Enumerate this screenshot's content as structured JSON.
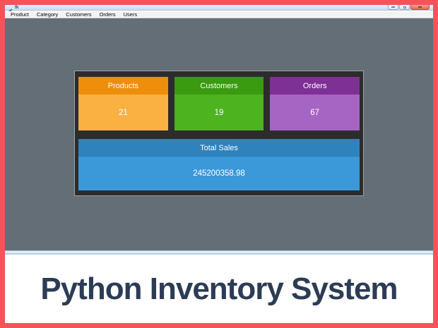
{
  "window": {
    "title": "tk",
    "controls": {
      "minimize": "minimize-button",
      "maximize": "maximize-button",
      "close": "close-button"
    }
  },
  "menu": {
    "items": [
      "Product",
      "Category",
      "Customers",
      "Orders",
      "Users"
    ]
  },
  "dashboard": {
    "cards": [
      {
        "label": "Products",
        "value": "21",
        "header_color": "#ee8e0d",
        "body_color": "#fbb042"
      },
      {
        "label": "Customers",
        "value": "19",
        "header_color": "#3a9a10",
        "body_color": "#4db31f"
      },
      {
        "label": "Orders",
        "value": "67",
        "header_color": "#7e3095",
        "body_color": "#a664c3"
      }
    ],
    "total": {
      "label": "Total Sales",
      "value": "245200358.98",
      "header_color": "#2e83bd",
      "body_color": "#3b99d9"
    }
  },
  "banner": {
    "title": "Python Inventory System",
    "text_color": "#2c3c55",
    "background_color": "#ffffff"
  },
  "theme": {
    "frame_border": "#f4535a",
    "client_background": "#636e76",
    "panel_background": "#2c2c2c",
    "panel_border": "#9aa4a8"
  }
}
